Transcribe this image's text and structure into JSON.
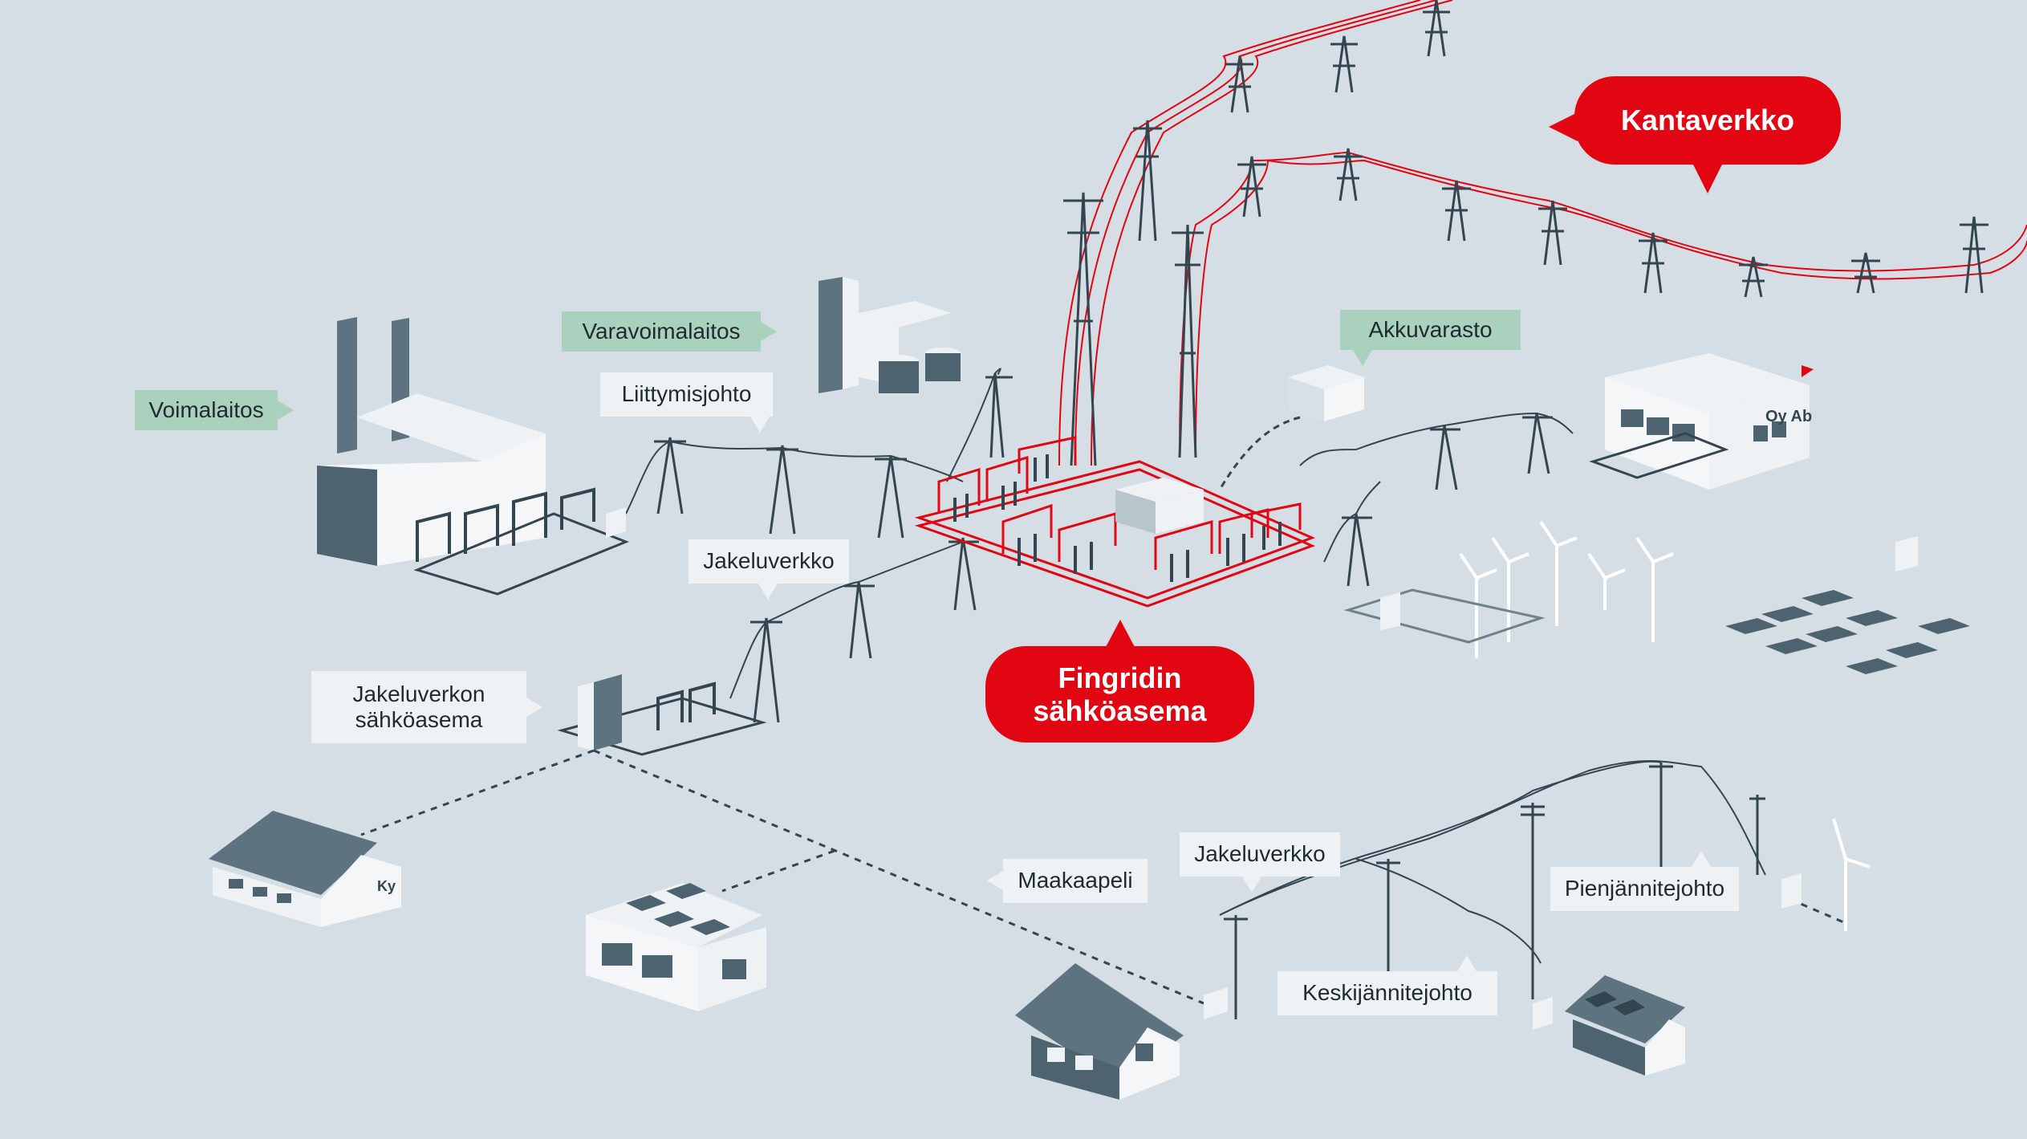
{
  "labels": {
    "kantaverkko": "Kantaverkko",
    "fingrid": "Fingridin\nsähköasema",
    "voimalaitos": "Voimalaitos",
    "varavoimalaitos": "Varavoimalaitos",
    "liittymisjohto": "Liittymisjohto",
    "akkuvarasto": "Akkuvarasto",
    "jakeluverkko_1": "Jakeluverkko",
    "jakeluverkon_sahkoasema": "Jakeluverkon\nsähköasema",
    "maakaapeli": "Maakaapeli",
    "jakeluverkko_2": "Jakeluverkko",
    "keskijannitejohto": "Keskijännitejohto",
    "pienjannitejohto": "Pienjännitejohto"
  },
  "building_signs": {
    "company": "Oy Ab",
    "house": "Ky"
  },
  "colors": {
    "background": "#d5dee5",
    "accent_red": "#e20613",
    "building_dark": "#4d6470",
    "building_light": "#f4f6f8",
    "green_label": "#a9d1bd",
    "light_label": "#eef2f5",
    "line_dark": "#33454f"
  }
}
